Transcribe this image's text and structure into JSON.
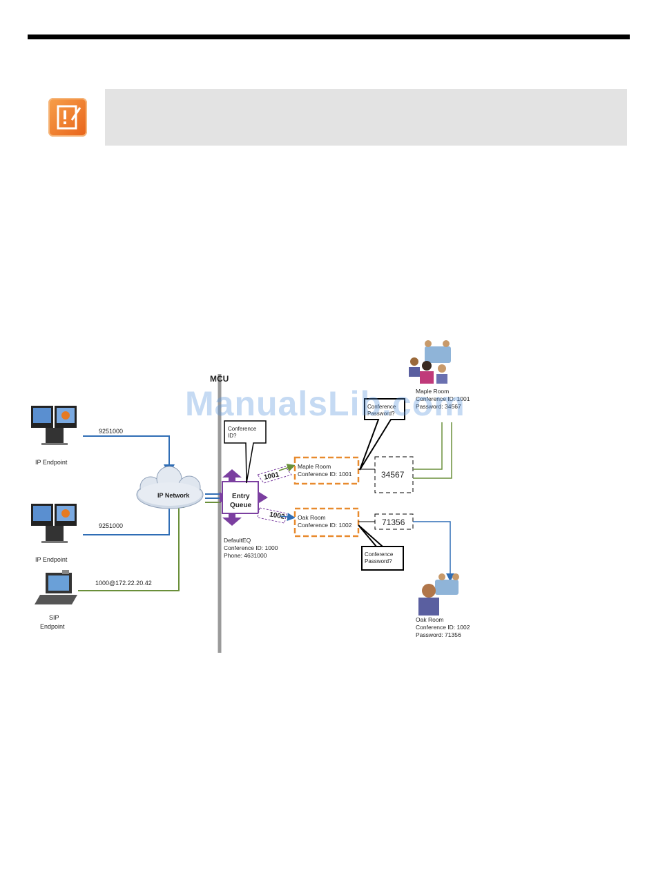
{
  "diagram": {
    "mcu_label": "MCU",
    "endpoints": [
      {
        "label": "IP Endpoint",
        "dial": "9251000"
      },
      {
        "label": "IP Endpoint",
        "dial": "9251000"
      },
      {
        "label": "SIP Endpoint",
        "label_lines": [
          "SIP",
          "Endpoint"
        ],
        "dial": "1000@172.22.20.42"
      }
    ],
    "network_label": "IP Network",
    "entry_queue": {
      "label_lines": [
        "Entry",
        "Queue"
      ],
      "prompt_lines": [
        "Conference",
        "ID?"
      ],
      "info_lines": [
        "DefaultEQ",
        "Conference ID: 1000",
        "Phone: 4631000"
      ]
    },
    "routes": [
      {
        "id_tag": "1001",
        "room_lines": [
          "Maple Room",
          "Conference ID: 1001"
        ],
        "password": "34567",
        "prompt_lines": [
          "Conference",
          "Password?"
        ],
        "participants_lines": [
          "Maple Room",
          "Conference ID: 1001",
          "Password: 34567"
        ]
      },
      {
        "id_tag": "1002",
        "room_lines": [
          "Oak Room",
          "Conference ID: 1002"
        ],
        "password": "71356",
        "prompt_lines": [
          "Conference",
          "Password?"
        ],
        "participants_lines": [
          "Oak Room",
          "Conference ID: 1002",
          "Password: 71356"
        ]
      }
    ],
    "colors": {
      "ip_line": "#2f6db5",
      "sip_line": "#6a8f3a",
      "entry_queue": "#7b3fa0",
      "room_border": "#e88a2e"
    }
  },
  "watermark": "ManualsLib.com"
}
